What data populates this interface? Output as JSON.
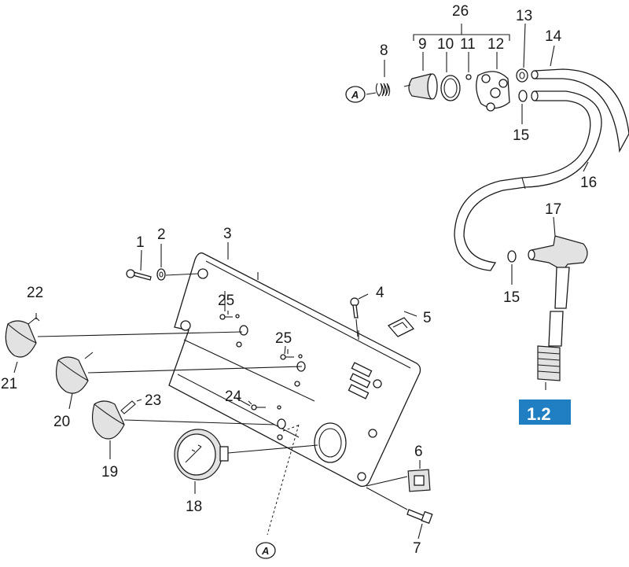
{
  "diagram": {
    "badge": {
      "text": "1.2",
      "color": "#1f7fc2"
    },
    "reference_letter": "A",
    "callouts": {
      "c1": "1",
      "c2": "2",
      "c3": "3",
      "c4": "4",
      "c5": "5",
      "c6": "6",
      "c7": "7",
      "c8": "8",
      "c9": "9",
      "c10": "10",
      "c11": "11",
      "c12": "12",
      "c13": "13",
      "c14": "14",
      "c15a": "15",
      "c15b": "15",
      "c16": "16",
      "c17": "17",
      "c18": "18",
      "c19": "19",
      "c20": "20",
      "c21": "21",
      "c22": "22",
      "c23": "23",
      "c24": "24",
      "c25a": "25",
      "c25b": "25",
      "c26": "26"
    }
  }
}
